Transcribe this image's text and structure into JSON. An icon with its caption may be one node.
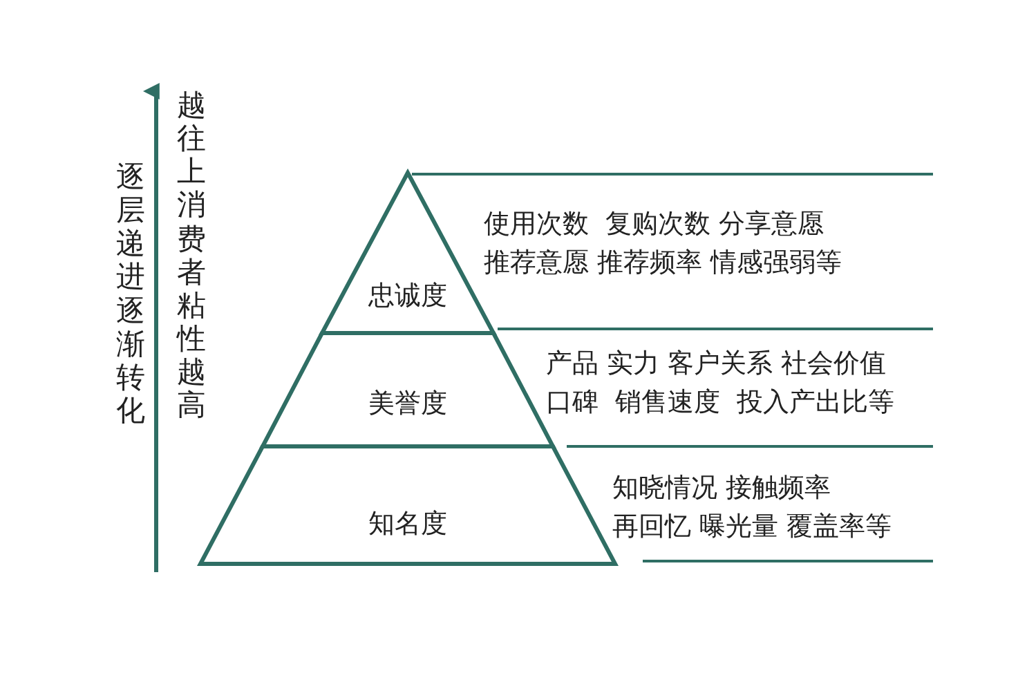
{
  "diagram": {
    "nodes": [
      {
        "text": [
          "忠诚度"
        ],
        "beside": [
          "使用次数  复购次数 分享意愿",
          "推荐意愿 推荐频率 情感强弱等"
        ]
      },
      {
        "text": [
          "美誉度"
        ],
        "beside": [
          "产品 实力 客户关系 社会价值",
          "口碑  销售速度  投入产出比等"
        ]
      },
      {
        "text": [
          "知名度"
        ],
        "beside": [
          "知晓情况 接触频率",
          "再回忆 曝光量 覆盖率等"
        ]
      }
    ],
    "labels": [
      "逐层递进逐渐转化",
      "越往上消费者粘性越高"
    ]
  }
}
